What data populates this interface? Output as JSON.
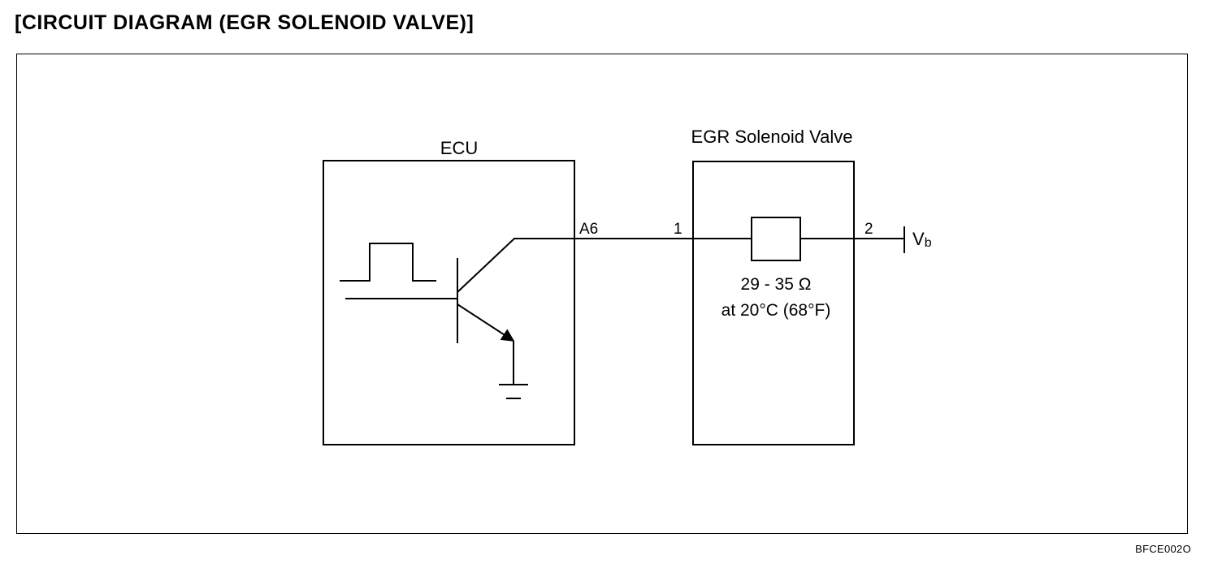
{
  "title": "[CIRCUIT DIAGRAM (EGR SOLENOID VALVE)]",
  "ecu": {
    "label": "ECU",
    "terminal": "A6"
  },
  "valve": {
    "label": "EGR Solenoid Valve",
    "terminal_in": "1",
    "terminal_out": "2",
    "resistance": "29 - 35 Ω",
    "condition": "at 20°C (68°F)"
  },
  "supply": {
    "symbol": "V",
    "subscript": "b"
  },
  "figure_code": "BFCE002O"
}
